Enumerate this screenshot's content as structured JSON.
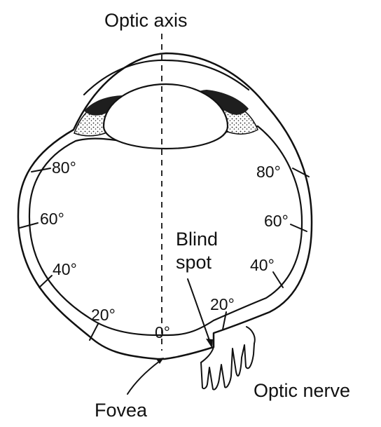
{
  "labels": {
    "optic_axis": "Optic axis",
    "blind_spot_line1": "Blind",
    "blind_spot_line2": "spot",
    "optic_nerve": "Optic nerve",
    "fovea": "Fovea"
  },
  "angle_marks": {
    "center": "0°",
    "left": [
      "20°",
      "40°",
      "60°",
      "80°"
    ],
    "right": [
      "20°",
      "40°",
      "60°",
      "80°"
    ]
  },
  "colors": {
    "ink": "#111111",
    "background": "#ffffff"
  }
}
